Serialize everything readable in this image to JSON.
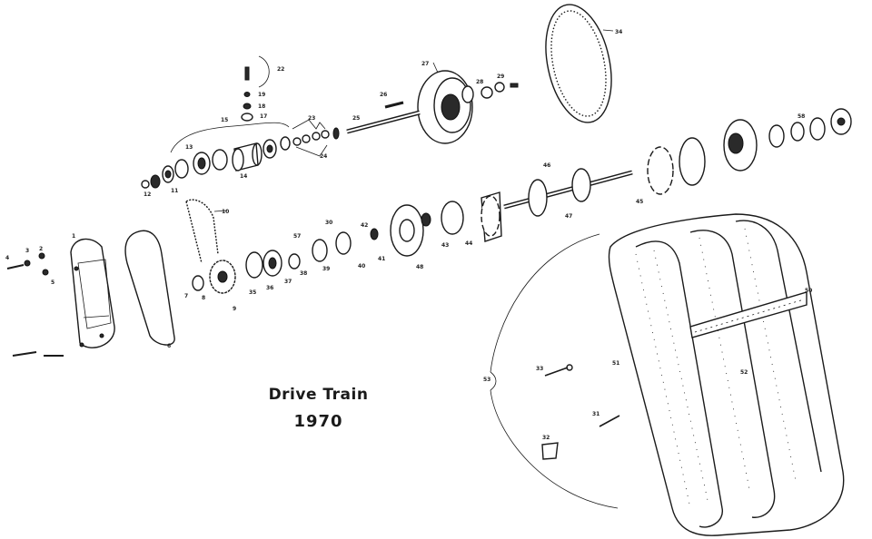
{
  "title": {
    "line1": "Drive Train",
    "line2": "1970"
  },
  "callouts": [
    "1",
    "2",
    "3",
    "4",
    "5",
    "6",
    "7",
    "8",
    "9",
    "10",
    "11",
    "12",
    "13",
    "14",
    "15",
    "17",
    "18",
    "19",
    "22",
    "23",
    "24",
    "25",
    "26",
    "27",
    "28",
    "29",
    "30",
    "31",
    "32",
    "33",
    "34",
    "35",
    "36",
    "37",
    "38",
    "39",
    "40",
    "41",
    "42",
    "43",
    "44",
    "45",
    "46",
    "47",
    "48",
    "50",
    "51",
    "52",
    "53",
    "57",
    "58"
  ],
  "colors": {
    "ink": "#1a1a1a",
    "paper": "#ffffff"
  }
}
